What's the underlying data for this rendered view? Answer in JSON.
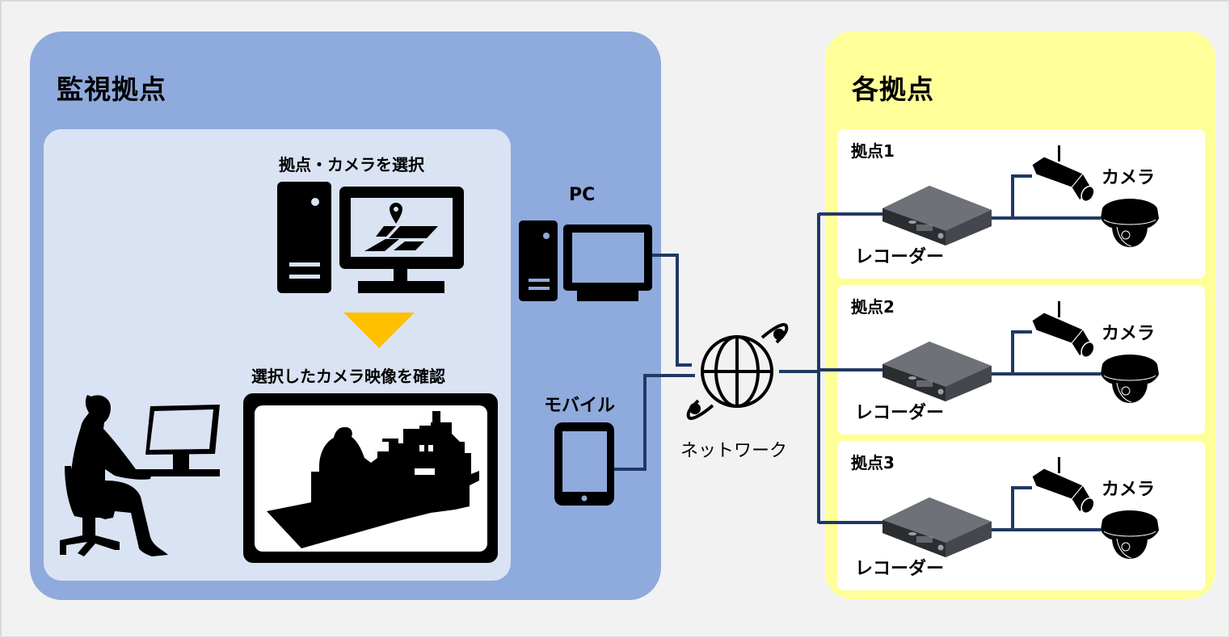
{
  "monitoring_site": {
    "title": "監視拠点",
    "step1_label": "拠点・カメラを選択",
    "step2_label": "選択したカメラ映像を確認",
    "pc_label": "PC",
    "mobile_label": "モバイル"
  },
  "network": {
    "label": "ネットワーク"
  },
  "remote_sites": {
    "title": "各拠点",
    "sites": [
      {
        "name": "拠点1",
        "recorder_label": "レコーダー",
        "camera_label": "カメラ"
      },
      {
        "name": "拠点2",
        "recorder_label": "レコーダー",
        "camera_label": "カメラ"
      },
      {
        "name": "拠点3",
        "recorder_label": "レコーダー",
        "camera_label": "カメラ"
      }
    ]
  },
  "colors": {
    "monitor_panel": "#8faadc",
    "monitor_inner": "#dae3f3",
    "sites_panel": "#ffff99",
    "connector_line": "#203864",
    "arrow": "#ffc000"
  },
  "icons": {
    "desktop_pc": "desktop-pc-icon",
    "map_pin": "map-pin-icon",
    "down_arrow": "down-triangle-arrow",
    "operator": "person-at-computer-icon",
    "video_screen": "camera-video-screen-icon",
    "tablet": "tablet-icon",
    "globe": "globe-network-icon",
    "recorder": "recorder-dvr-icon",
    "box_camera": "box-camera-icon",
    "dome_camera": "dome-camera-icon"
  }
}
